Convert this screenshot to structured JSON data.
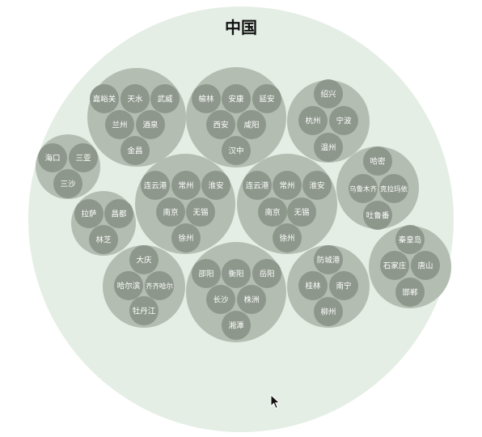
{
  "title": "中国",
  "colors": {
    "root_fill": "#e4eee5",
    "group_fill": "#b3bdb1",
    "leaf_fill": "#8d978b",
    "leaf_text": "#ffffff",
    "title_text": "#111111"
  },
  "groups": [
    {
      "cities": [
        "嘉峪关",
        "天水",
        "武威",
        "兰州",
        "酒泉",
        "金昌"
      ]
    },
    {
      "cities": [
        "榆林",
        "安康",
        "延安",
        "西安",
        "咸阳",
        "汉中"
      ]
    },
    {
      "cities": [
        "绍兴",
        "杭州",
        "宁波",
        "温州"
      ]
    },
    {
      "cities": [
        "海口",
        "三亚",
        "三沙"
      ]
    },
    {
      "cities": [
        "连云港",
        "常州",
        "淮安",
        "南京",
        "无锡",
        "徐州"
      ]
    },
    {
      "cities": [
        "连云港",
        "常州",
        "淮安",
        "南京",
        "无锡",
        "徐州"
      ]
    },
    {
      "cities": [
        "哈密",
        "乌鲁木齐",
        "克拉玛依",
        "吐鲁番"
      ]
    },
    {
      "cities": [
        "拉萨",
        "昌都",
        "林芝"
      ]
    },
    {
      "cities": [
        "大庆",
        "哈尔滨",
        "齐齐哈尔",
        "牡丹江"
      ]
    },
    {
      "cities": [
        "邵阳",
        "衡阳",
        "岳阳",
        "长沙",
        "株洲",
        "湘潭"
      ]
    },
    {
      "cities": [
        "防城港",
        "桂林",
        "南宁",
        "柳州"
      ]
    },
    {
      "cities": [
        "秦皇岛",
        "石家庄",
        "唐山",
        "邯郸"
      ]
    }
  ]
}
